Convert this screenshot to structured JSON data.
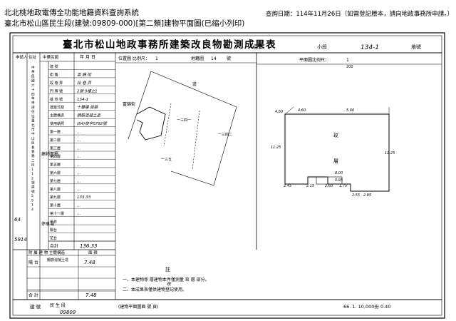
{
  "header": {
    "system_title": "北北桃地政電傳全功能地籍資料查詢系統",
    "subtitle": "臺北市松山區民生段(建號:09809-000)[第二類]建物平面圖(已縮小列印)",
    "query_date": "查詢日期：114年11月26日（如需登記謄本，請向地政事務所申請。）"
  },
  "document": {
    "title": "臺北市松山地政事務所建築改良物勘測成果表",
    "section_label": "小段",
    "lot_no": "134-1",
    "lot_suffix": "地號",
    "district_stamp": "民生",
    "plan_ratio_label": "位置圖 比例尺：",
    "plan_ratio_value": "1",
    "plan_lot_label": "地籍圖",
    "plan_lot_no": "14",
    "plan_lot_suffix": "號",
    "floor_ratio_label": "平面圖比例尺：",
    "floor_ratio_value": "1",
    "floor_ratio_den": "200",
    "left_table": {
      "stub_top": "申請人",
      "stub_mid": "住址",
      "stub_bottom": "中華民國",
      "col_date": "年 月 日",
      "rows": [
        {
          "label": "建 號",
          "value": ""
        },
        {
          "label": "街 路",
          "value": "富 錦 街"
        },
        {
          "label": "段 巷 弄",
          "value": "段 巷 弄"
        },
        {
          "label": "門 牌 號",
          "value": "2號 9樓之1"
        },
        {
          "label": "基 地 號",
          "value": "134-1"
        },
        {
          "label": "建築式樣",
          "value": "十層樓 建築"
        },
        {
          "label": "主體構造",
          "value": "鋼筋混凝土造"
        },
        {
          "label": "使用執照",
          "value": "(64)使字0792號"
        }
      ],
      "floor_group_label": "建物面積",
      "floors": [
        {
          "label": "第一層",
          "value": "..."
        },
        {
          "label": "第二層",
          "value": "..."
        },
        {
          "label": "第三層",
          "value": "..."
        },
        {
          "label": "第四層",
          "value": "..."
        },
        {
          "label": "第五層",
          "value": "..."
        },
        {
          "label": "第六層",
          "value": "..."
        },
        {
          "label": "第七層",
          "value": "..."
        },
        {
          "label": "第八層",
          "value": "..."
        },
        {
          "label": "第九層",
          "value": "133.33"
        },
        {
          "label": "第十層",
          "value": "..."
        },
        {
          "label": "第十一層",
          "value": "..."
        }
      ],
      "side_label": "停車場",
      "extra_rows": [
        {
          "label": "平台",
          "value": ""
        },
        {
          "label": "陽台",
          "value": ""
        },
        {
          "label": "花台",
          "value": ""
        }
      ],
      "total_label": "合計",
      "total_value": "136.33",
      "annex_header": "附 屬 建 物 主體構造",
      "annex_header2": "面 積",
      "annex_rows": [
        {
          "label": "陽 台",
          "struct": "鋼筋混凝土造",
          "value": "7.48"
        },
        {
          "label": "",
          "struct": "",
          "value": ""
        },
        {
          "label": "",
          "struct": "",
          "value": ""
        }
      ],
      "annex_total_label": "合 計",
      "annex_total_value": "7.48",
      "vertical_annotation": "中華民國六十四年 申請 住址 臺北市中山區長春路 二段112號 建號 5914",
      "left_handnote_top": "64",
      "left_handnote_bottom": "5914"
    },
    "floor_plan": {
      "room_label_1": "玫",
      "room_label_2": "層",
      "dims": [
        "4.60",
        "5.90",
        "8.00",
        "11.25",
        "11.25",
        "4.60",
        "2.45",
        "2.15",
        "2.60",
        "1.75",
        "2.55",
        "2.85",
        "0.95"
      ]
    },
    "notes": {
      "notes_heading": "註",
      "note1": "一、本建物係    層建物本件僅測量    玫    層    部分。",
      "note2": "二、本成果表僅供建物登記使用。",
      "note_hand": "玫"
    },
    "footer": {
      "surveyor_label": "建 號",
      "surveyor_stamp": "民 生 段",
      "building_no_hand": "09809",
      "center_text": "(建物平面圖面    號    頁)",
      "right_text": "66. 1. 10,000份 0.40"
    },
    "labels": {
      "road_top": "道",
      "road_side": "富錦街",
      "road_vertical": "一三四一",
      "road_vertical2": "一三四二",
      "road_bottom": "一三五"
    }
  }
}
